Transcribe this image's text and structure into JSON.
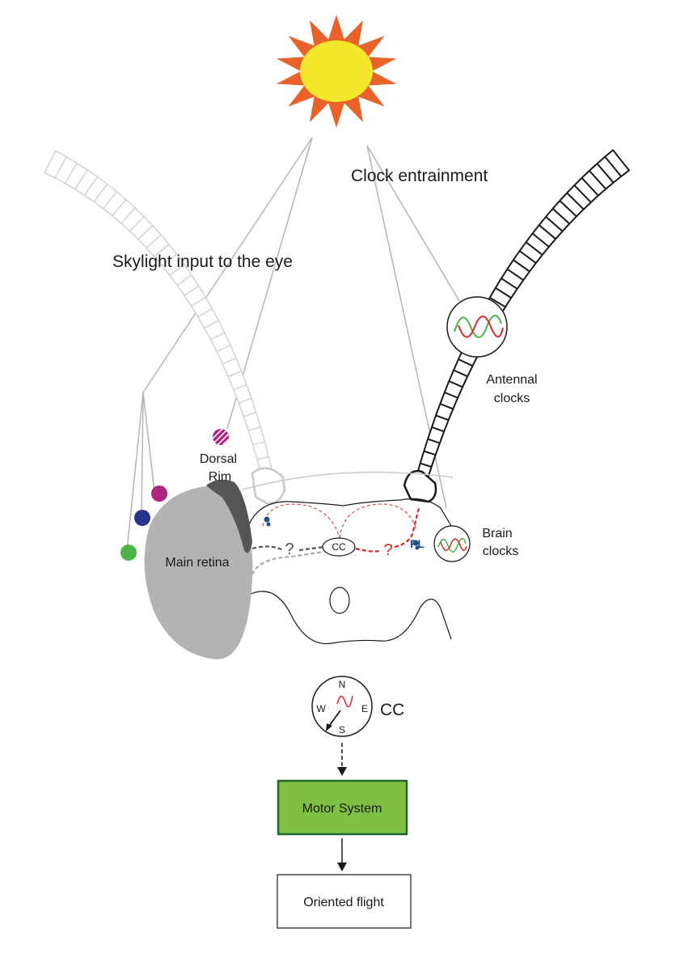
{
  "labels": {
    "clock_entrainment": "Clock entrainment",
    "skylight_input": "Skylight input to the eye",
    "antennal_clocks_line1": "Antennal",
    "antennal_clocks_line2": "clocks",
    "dorsal_rim_line1": "Dorsal",
    "dorsal_rim_line2": "Rim",
    "main_retina": "Main retina",
    "cc_small": "CC",
    "pl": "PL",
    "question_left": "?",
    "question_right": "?",
    "brain_clocks_line1": "Brain",
    "brain_clocks_line2": "clocks",
    "compass_n": "N",
    "compass_s": "S",
    "compass_e": "E",
    "compass_w": "W",
    "cc_compass": "CC",
    "motor_system": "Motor System",
    "oriented_flight": "Oriented flight"
  },
  "colors": {
    "sun_rays": "#e8622a",
    "sun_core": "#f4e82c",
    "retina": "#b3b3b3",
    "dorsal_rim": "#555555",
    "photoreceptor_magenta": "#b0257f",
    "photoreceptor_blue": "#28338a",
    "photoreceptor_green": "#4cb447",
    "motor_fill": "#7fbf42",
    "motor_border": "#1e6b2a",
    "clock_red": "#d8282a",
    "clock_green": "#4cb447",
    "pl_blue": "#1e4f8f"
  }
}
